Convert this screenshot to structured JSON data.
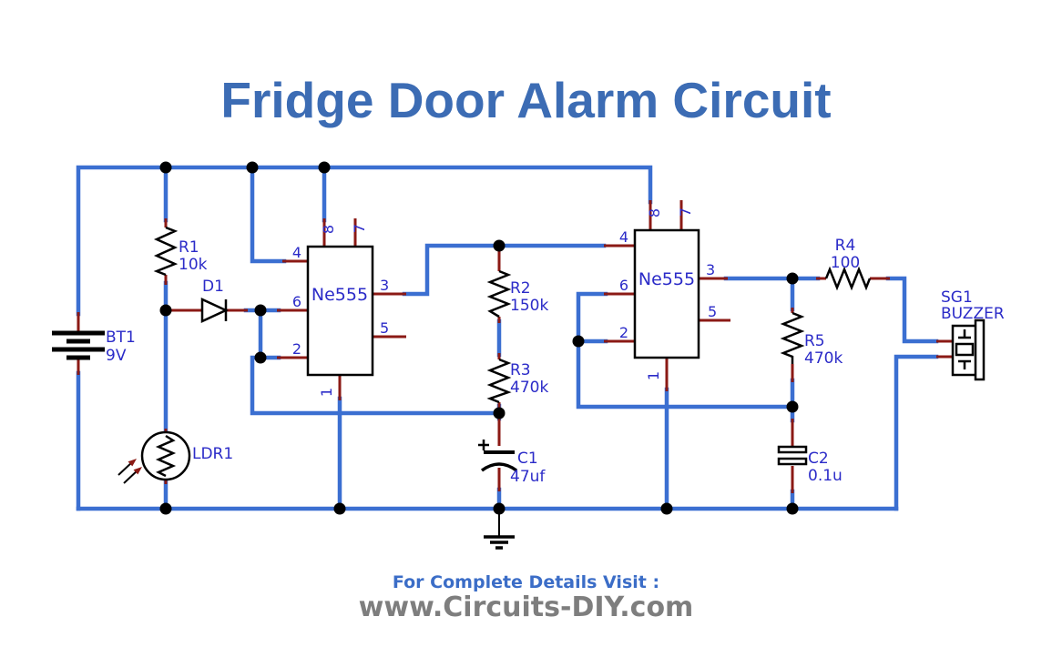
{
  "title": "Fridge Door Alarm Circuit",
  "footer": {
    "note": "For Complete Details Visit :",
    "site": "www.Circuits-DIY.com"
  },
  "colors": {
    "wire": "#3B6FD1",
    "lead": "#8B1A15",
    "label": "#2B2BC8",
    "title": "#3C6CB4",
    "footer_note": "#3B6DC7",
    "footer_site": "#7E7E7E",
    "component_stroke": "#000000"
  },
  "components": {
    "bt1": {
      "ref": "BT1",
      "value": "9V"
    },
    "r1": {
      "ref": "R1",
      "value": "10k"
    },
    "d1": {
      "ref": "D1"
    },
    "ldr1": {
      "ref": "LDR1"
    },
    "r2": {
      "ref": "R2",
      "value": "150k"
    },
    "r3": {
      "ref": "R3",
      "value": "470k"
    },
    "r4": {
      "ref": "R4",
      "value": "100"
    },
    "r5": {
      "ref": "R5",
      "value": "470k"
    },
    "c1": {
      "ref": "C1",
      "value": "47uf"
    },
    "c2": {
      "ref": "C2",
      "value": "0.1u"
    },
    "sg1": {
      "ref": "SG1",
      "value": "BUZZER"
    },
    "ic1": {
      "label": "Ne555",
      "pins": {
        "p1": "1",
        "p2": "2",
        "p3": "3",
        "p4": "4",
        "p5": "5",
        "p6": "6",
        "p7": "7",
        "p8": "8"
      }
    },
    "ic2": {
      "label": "Ne555",
      "pins": {
        "p1": "1",
        "p2": "2",
        "p3": "3",
        "p4": "4",
        "p5": "5",
        "p6": "6",
        "p7": "7",
        "p8": "8"
      }
    }
  }
}
